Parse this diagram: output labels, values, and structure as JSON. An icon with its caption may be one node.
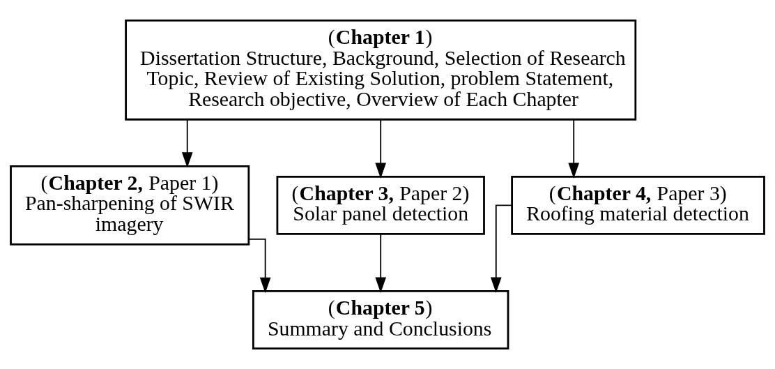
{
  "diagram": {
    "nodes": [
      {
        "text": [
          "(**Chapter 1**)",
          "Dissertation Structure, Background, Selection of Research Topic, Review of Existing Solution, problem Statement, Research objective, Overview of Each Chapter"
        ]
      },
      {
        "text": [
          "(**Chapter 2,** Paper 1)",
          "Pan-sharpening of SWIR imagery"
        ]
      },
      {
        "text": [
          "(**Chapter 3,** Paper 2)",
          "Solar panel detection"
        ]
      },
      {
        "text": [
          "(**Chapter 4,** Paper 3)",
          "Roofing material detection"
        ]
      },
      {
        "text": [
          "(**Chapter 5**)",
          "Summary and Conclusions"
        ]
      }
    ],
    "edges": [
      {
        "from": 0,
        "to": 1,
        "arrow": "to"
      },
      {
        "from": 0,
        "to": 2,
        "arrow": "to"
      },
      {
        "from": 0,
        "to": 3,
        "arrow": "to"
      },
      {
        "from": 1,
        "to": 4,
        "arrow": "to"
      },
      {
        "from": 2,
        "to": 4,
        "arrow": "to"
      },
      {
        "from": 3,
        "to": 4,
        "arrow": "to"
      }
    ]
  }
}
